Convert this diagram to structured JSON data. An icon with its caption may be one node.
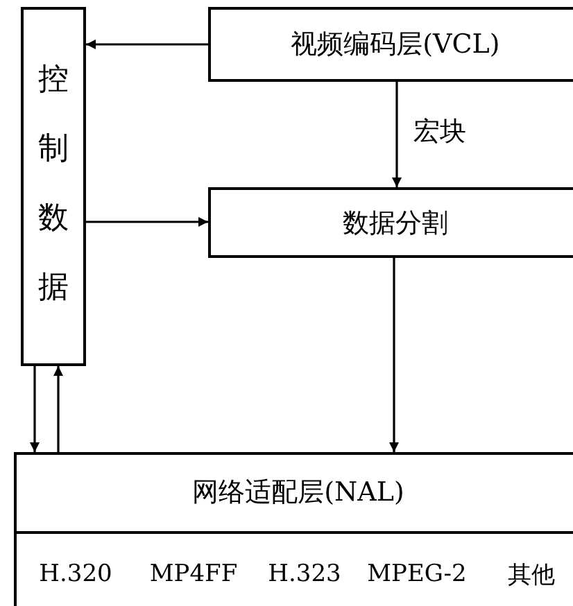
{
  "diagram": {
    "nodes": [
      {
        "text": [
          "控制数据"
        ]
      },
      {
        "text": [
          "视频编码层(VCL)"
        ]
      },
      {
        "text": [
          "数据分割"
        ]
      },
      {
        "text": [
          "网络适配层(NAL)"
        ]
      },
      {
        "text": [
          "H.320"
        ],
        "in": 3
      },
      {
        "text": [
          "MP4FF"
        ],
        "in": 3
      },
      {
        "text": [
          "H.323"
        ],
        "in": 3
      },
      {
        "text": [
          "MPEG-2"
        ],
        "in": 3
      },
      {
        "text": [
          "其他"
        ],
        "in": 3
      }
    ],
    "edges": [
      {
        "from": 1,
        "to": 0,
        "arrow": "to"
      },
      {
        "from": 1,
        "to": 2,
        "arrow": "to",
        "label": "宏块"
      },
      {
        "from": 0,
        "to": 2,
        "arrow": "to"
      },
      {
        "from": 2,
        "to": 3,
        "arrow": "to"
      },
      {
        "from": 0,
        "to": 3,
        "arrow": "to"
      },
      {
        "from": 3,
        "to": 0,
        "arrow": "to"
      }
    ]
  }
}
